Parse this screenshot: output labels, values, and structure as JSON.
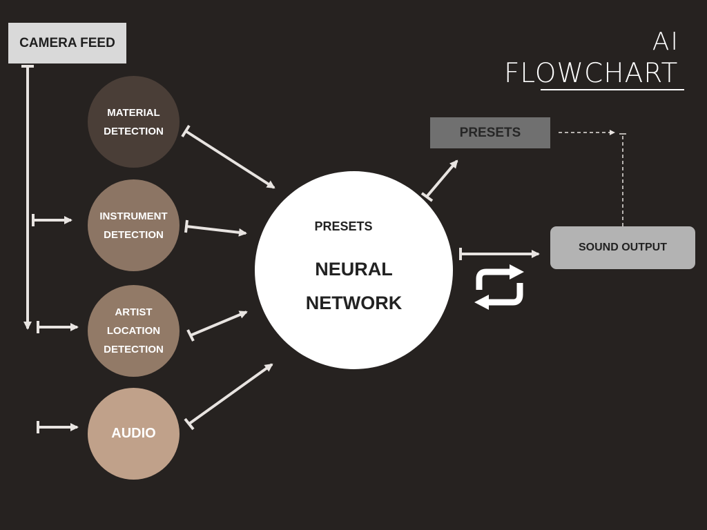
{
  "heading": {
    "line1": "AI",
    "line2": "FLOWCHART"
  },
  "nodes": {
    "camera_feed": "CAMERA FEED",
    "material": [
      "MATERIAL",
      "DETECTION"
    ],
    "instrument": [
      "INSTRUMENT",
      "DETECTION"
    ],
    "artist": [
      "ARTIST",
      "LOCATION",
      "DETECTION"
    ],
    "audio": "AUDIO",
    "neural_network": {
      "presets_label": "PRESETS",
      "title_line1": "NEURAL",
      "title_line2": "NETWORK"
    },
    "presets": "PRESETS",
    "sound_output": "SOUND OUTPUT"
  },
  "icons": {
    "loop": "loop-icon"
  },
  "colors": {
    "background": "#262220",
    "material": "#4a3e37",
    "instrument": "#8c7564",
    "artist": "#927a67",
    "audio": "#c0a18a",
    "neural_network": "#ffffff",
    "camera_box": "#d9d9d9",
    "presets_box": "#707070",
    "sound_box": "#b3b3b3",
    "arrow": "#e8e4e1"
  }
}
